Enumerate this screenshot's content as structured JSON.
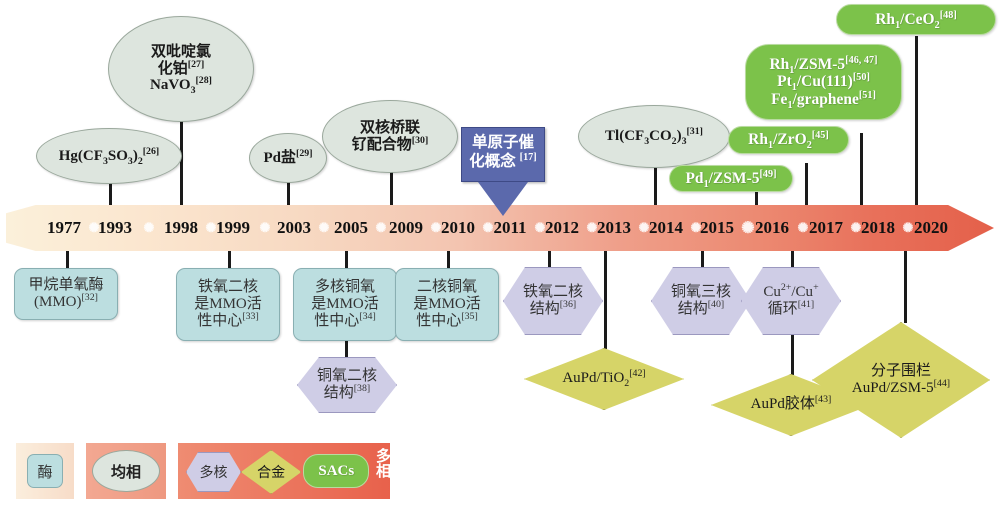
{
  "timeline": {
    "years": [
      "1977",
      "1993",
      "1998",
      "1999",
      "2003",
      "2005",
      "2009",
      "2010",
      "2011",
      "2012",
      "2013",
      "2014",
      "2015",
      "2016",
      "2017",
      "2018",
      "2020"
    ],
    "colors": {
      "start": "#fbf0da",
      "end": "#e4604a"
    }
  },
  "above_nodes": [
    {
      "id": "hg",
      "shape": "ellipse",
      "text": "Hg(CF<sub>3</sub>SO<sub>3</sub>)<sub>2</sub><sup>[26]</sup>"
    },
    {
      "id": "bipy",
      "shape": "ellipse",
      "text": "双吡啶氯<br>化铂<sup>[27]</sup><br>NaVO<sub>3</sub><sup>[28]</sup>"
    },
    {
      "id": "pdsalt",
      "shape": "ellipse",
      "text": "Pd盐<sup>[29]</sup>"
    },
    {
      "id": "ru",
      "shape": "ellipse",
      "text": "双核桥联<br>钌配合物<sup>[30]</sup>"
    },
    {
      "id": "sac-concept",
      "shape": "callout",
      "text": "单原子催<br>化概念 <sup>[17]</sup>"
    },
    {
      "id": "tl",
      "shape": "ellipse",
      "text": "Tl(CF<sub>3</sub>CO<sub>2</sub>)<sub>3</sub><sup>[31]</sup>"
    },
    {
      "id": "pd1zsm5",
      "shape": "sac",
      "text": "Pd<sub>1</sub>/ZSM-5<sup>[49]</sup>"
    },
    {
      "id": "rh1zro2",
      "shape": "sac",
      "text": "Rh<sub>1</sub>/ZrO<sub>2</sub><sup>[45]</sup>"
    },
    {
      "id": "rh1zsm5",
      "shape": "sac",
      "text": "Rh<sub>1</sub>/ZSM-5<sup>[46, 47]</sup><br>Pt<sub>1</sub>/Cu(111)<sup>[50]</sup><br>Fe<sub>1</sub>/graphene<sup>[51]</sup>"
    },
    {
      "id": "rh1ceo2",
      "shape": "sac",
      "text": "Rh<sub>1</sub>/CeO<sub>2</sub><sup>[48]</sup>"
    }
  ],
  "below_nodes": [
    {
      "id": "mmo",
      "shape": "enzyme",
      "text": "甲烷单氧酶<br>(MMO)<sup>[32]</sup>"
    },
    {
      "id": "fe-mmo",
      "shape": "enzyme",
      "text": "铁氧二核<br>是MMO活<br>性中心<sup>[33]</sup>"
    },
    {
      "id": "cu-multi",
      "shape": "enzyme",
      "text": "多核铜氧<br>是MMO活<br>性中心<sup>[34]</sup>"
    },
    {
      "id": "cu-bi",
      "shape": "enzyme",
      "text": "二核铜氧<br>是MMO活<br>性中心<sup>[35]</sup>"
    },
    {
      "id": "cuo-binuc",
      "shape": "hexagon",
      "text": "铜氧二核<br>结构<sup>[38]</sup>"
    },
    {
      "id": "feo-binuc",
      "shape": "hexagon",
      "text": "铁氧二核<br>结构<sup>[36]</sup>"
    },
    {
      "id": "cuo-trinuc",
      "shape": "hexagon",
      "text": "铜氧三核<br>结构<sup>[40]</sup>"
    },
    {
      "id": "cu-cycle",
      "shape": "hexagon",
      "text": "Cu<sup>2+</sup>/Cu<sup>+</sup><br>循环<sup>[41]</sup>"
    },
    {
      "id": "aupd-tio2",
      "shape": "diamond",
      "text": "AuPd/TiO<sub>2</sub><sup>[42]</sup>"
    },
    {
      "id": "aupd-col",
      "shape": "diamond",
      "text": "AuPd胶体<sup>[43]</sup>"
    },
    {
      "id": "aupd-zsm5",
      "shape": "diamond",
      "text": "分子围栏<br>AuPd/ZSM-5<sup>[44]</sup>"
    }
  ],
  "legend": {
    "enzyme_label": "酶",
    "homogeneous_label": "均相",
    "polynuclear_label": "多核",
    "alloy_label": "合金",
    "sacs_label": "SACs",
    "heterogeneous_label": "多相",
    "colors": {
      "enzyme": "#bcdee0",
      "homogeneous": "#dde5de",
      "polynuclear": "#cfcde6",
      "alloy": "#d6d468",
      "sacs": "#7cc24a"
    }
  }
}
